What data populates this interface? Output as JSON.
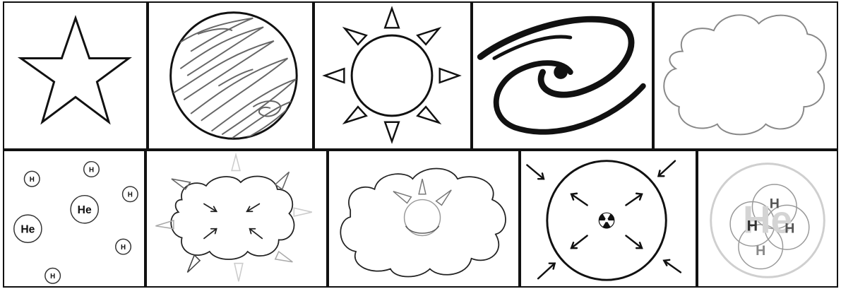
{
  "panels": [
    {
      "id": "star"
    },
    {
      "id": "planet"
    },
    {
      "id": "sun"
    },
    {
      "id": "galaxy"
    },
    {
      "id": "cloud"
    },
    {
      "id": "h-he-atoms"
    },
    {
      "id": "cloud-collapse"
    },
    {
      "id": "protostar"
    },
    {
      "id": "fusion"
    },
    {
      "id": "h-to-he"
    }
  ],
  "atoms": {
    "hydrogen": "H",
    "helium": "He"
  },
  "colors": {
    "line": "#111111",
    "grey": "#9a9a9a",
    "light_grey": "#cfcfcf",
    "dark_grey": "#555555"
  }
}
